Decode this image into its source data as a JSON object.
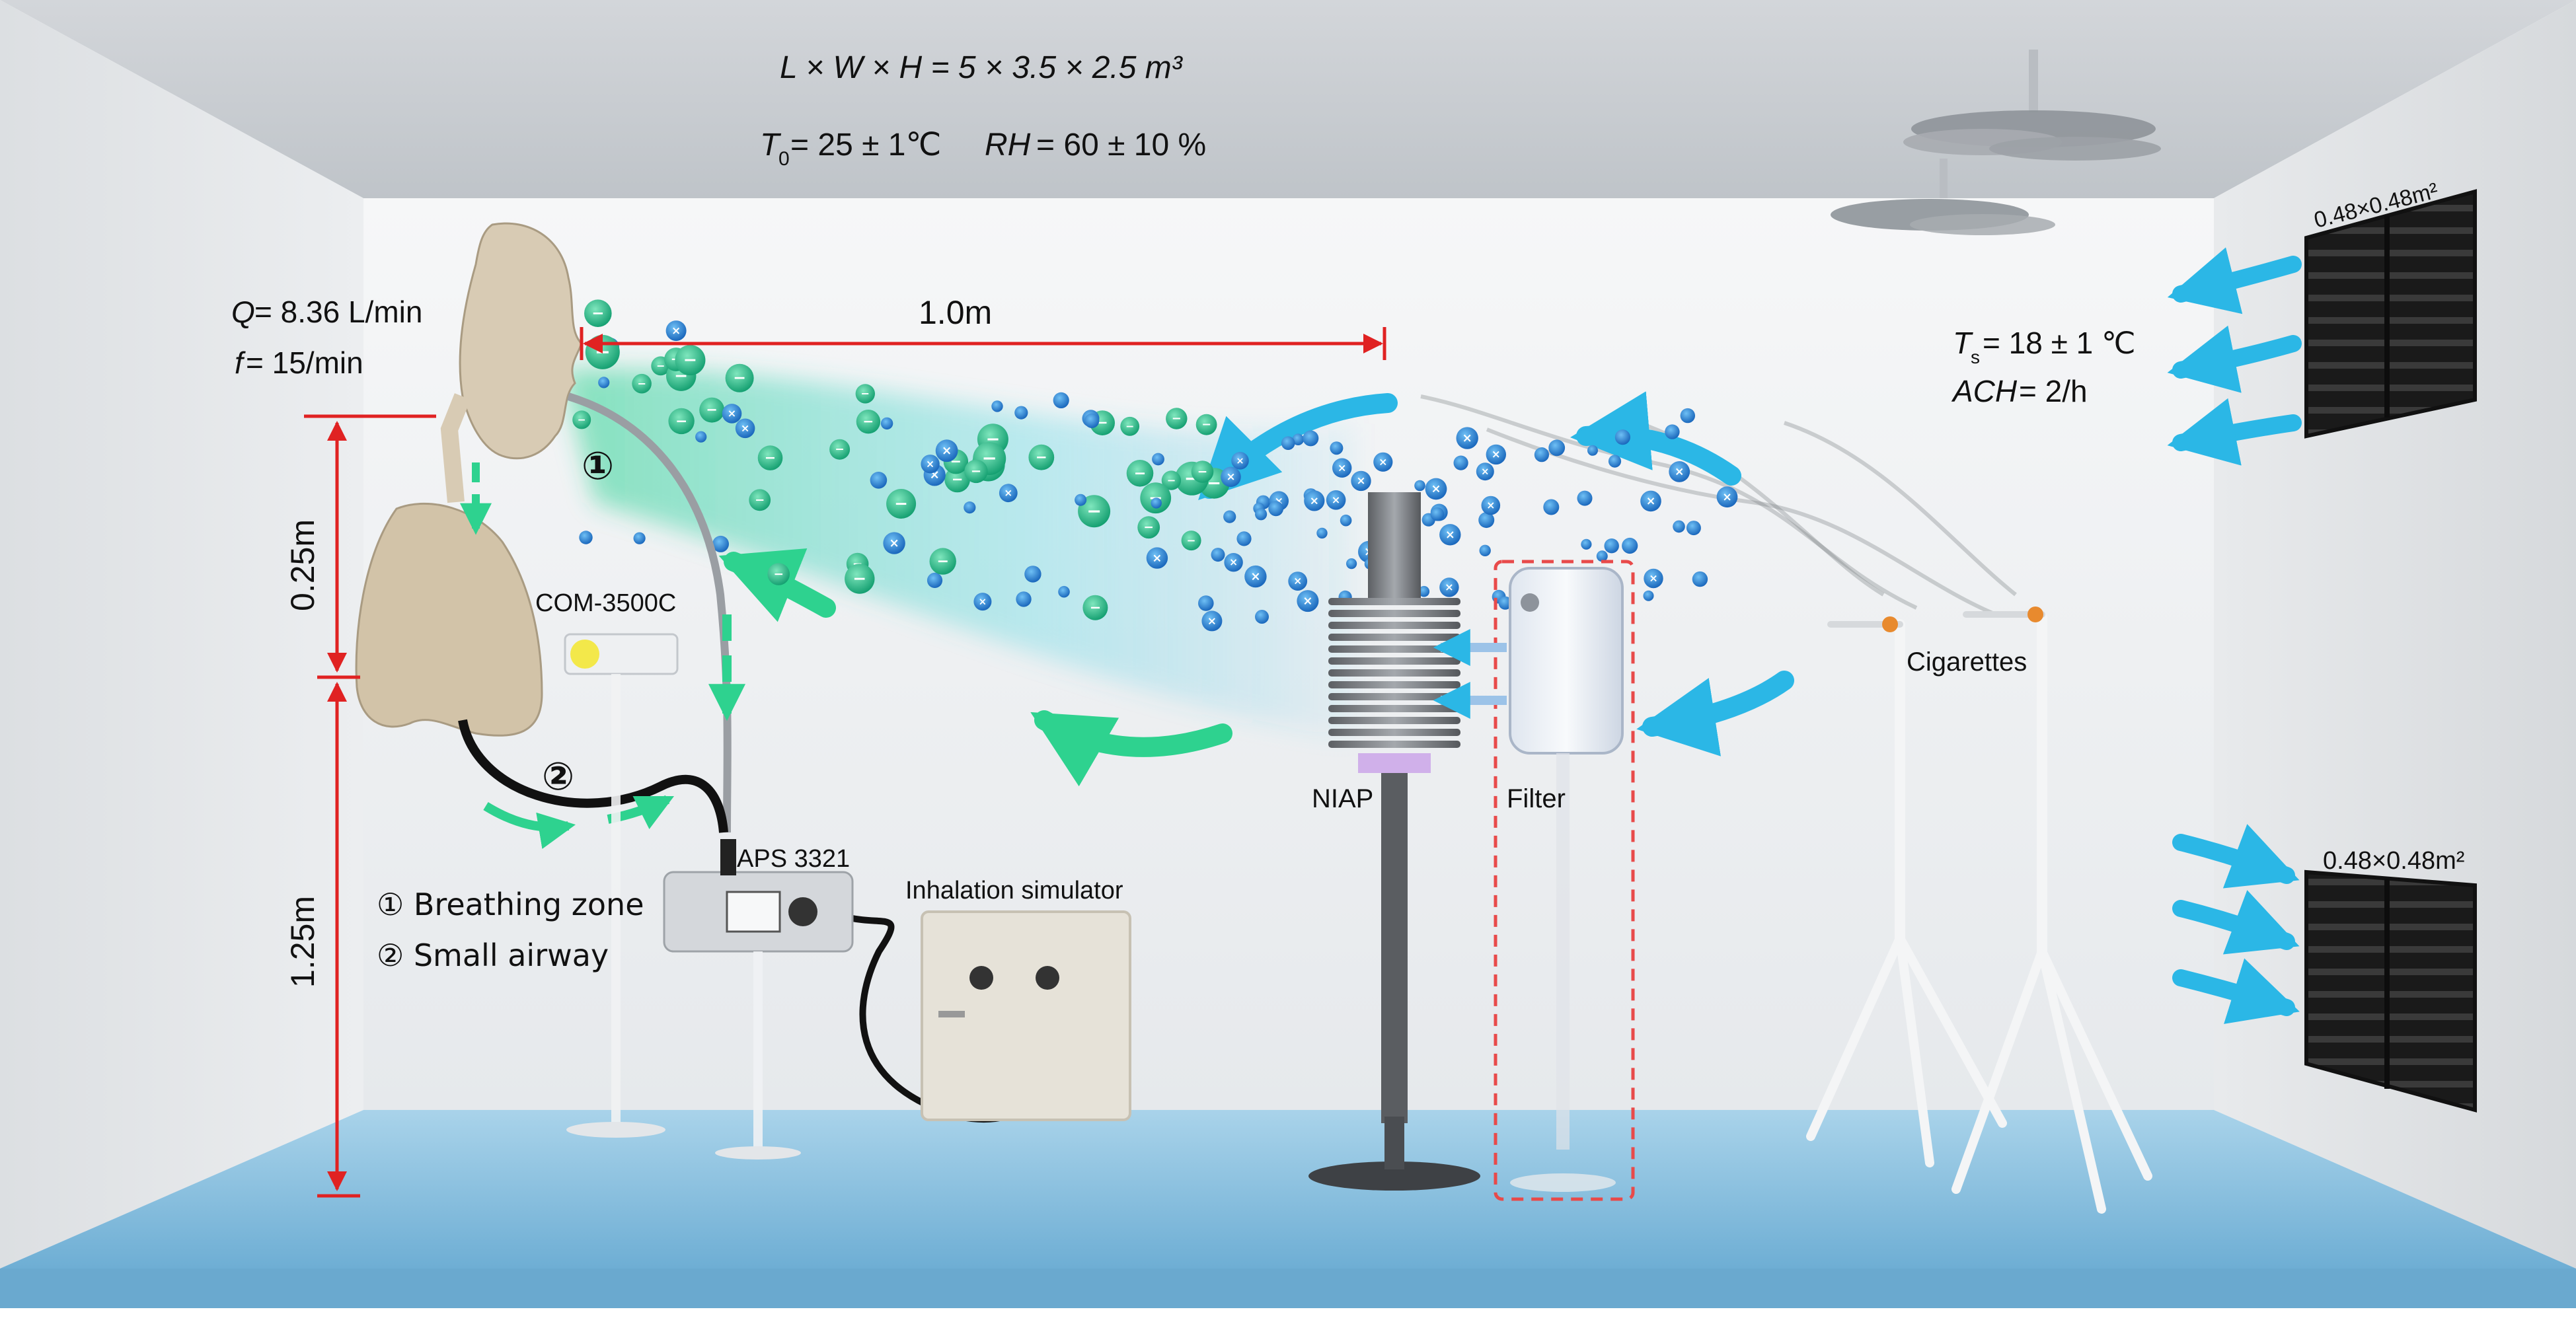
{
  "room": {
    "dimensions_prefix_L": "L",
    "dimensions_text": "L × W × H = 5 × 3.5 × 2.5 m³",
    "temp_T0_symbol": "T",
    "temp_T0_sub": "0",
    "temp_T0_value": " = 25 ± 1℃",
    "rh_symbol": "RH",
    "rh_value": " = 60 ± 10 %"
  },
  "breathing": {
    "q_symbol": "Q",
    "q_value": " = 8.36 L/min",
    "f_symbol": "f",
    "f_value": "  = 15/min"
  },
  "supply": {
    "ts_symbol": "T",
    "ts_sub": "s",
    "ts_value": " = 18 ± 1 ℃",
    "ach_symbol": "ACH",
    "ach_value": " = 2/h"
  },
  "vents": {
    "top_size": "0.48×0.48m²",
    "bottom_size": "0.48×0.48m²"
  },
  "measurements": {
    "distance": "1.0m",
    "height_upper": "0.25m",
    "height_lower": "1.25m"
  },
  "devices": {
    "com": "COM-3500C",
    "aps": "APS 3321",
    "inhalation": "Inhalation simulator",
    "niap": "NIAP",
    "filter": "Filter",
    "cigarettes": "Cigarettes"
  },
  "markers": {
    "one": "①",
    "two": "②"
  },
  "legend": {
    "item1": "① Breathing zone",
    "item2": "② Small airway"
  },
  "colors": {
    "wall": "#eef0f2",
    "ceiling": "#c9cdd2",
    "floor": "#8fc3df",
    "ion_blue": "#1e88d6",
    "ion_green": "#1fb88a",
    "airflow_blue": "#2bb7e6",
    "airflow_green": "#2ed28f",
    "dimension_red": "#e02222"
  }
}
